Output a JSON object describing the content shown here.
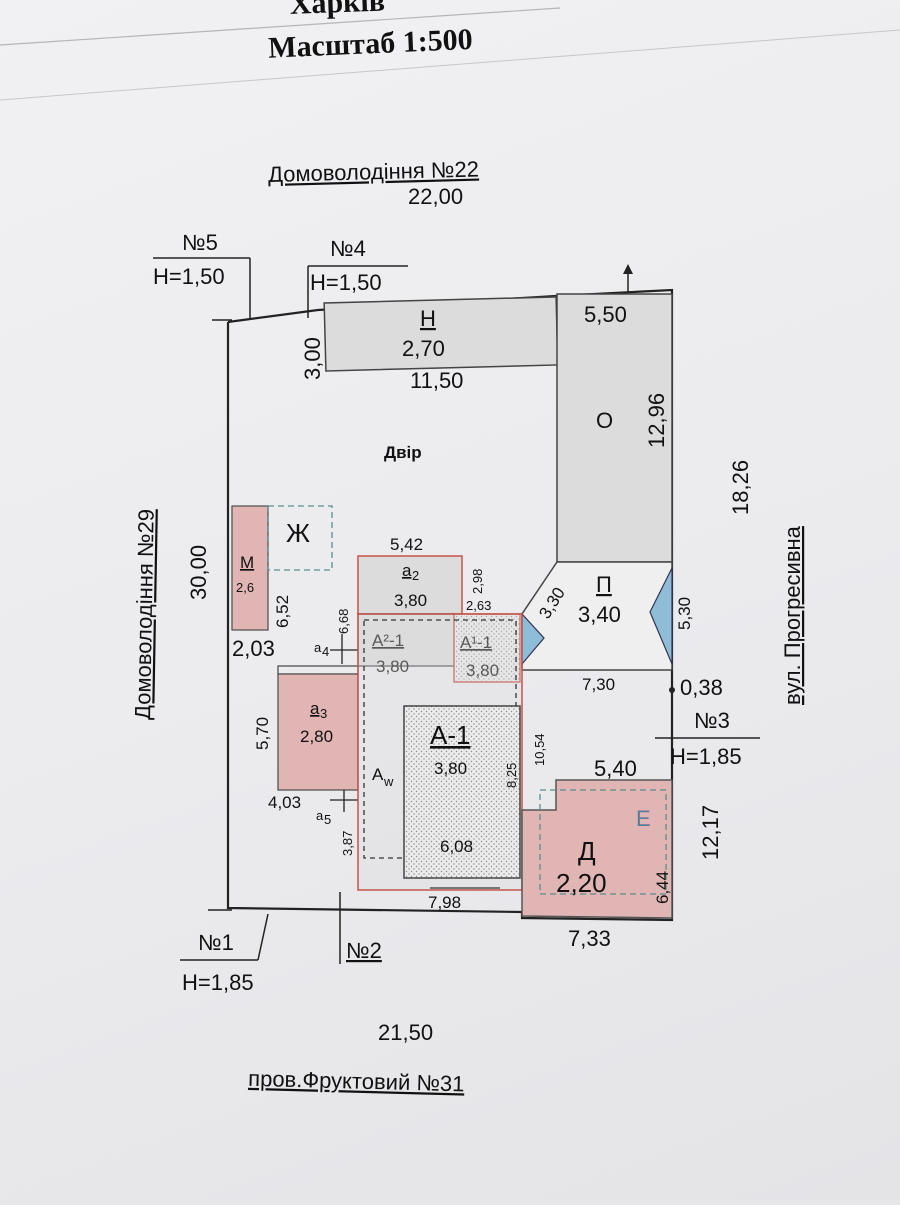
{
  "header": {
    "city_partial": "Харків",
    "scale": "Масштаб 1:500"
  },
  "neighbors": {
    "top": "Домоволодіння №22",
    "left": "Домоволодіння №29",
    "right_street": "вул. Прогресивна",
    "bottom_street": "пров.Фруктовий №31"
  },
  "points": {
    "p5": {
      "label": "№5",
      "height": "Н=1,50"
    },
    "p4": {
      "label": "№4",
      "height": "Н=1,50"
    },
    "p3": {
      "label": "№3",
      "height": "Н=1,85"
    },
    "p1": {
      "label": "№1",
      "height": "Н=1,85"
    },
    "p2": {
      "label": "№2"
    }
  },
  "lot_dims": {
    "top": "22,00",
    "left": "30,00",
    "right": "18,26",
    "bottom": "21,50",
    "right_lower": "12,17",
    "offset": "0,38"
  },
  "yard": "Двір",
  "buildings": {
    "N": {
      "letter": "Н",
      "height": "2,70",
      "length": "11,50",
      "width": "3,00"
    },
    "O": {
      "letter": "О",
      "width": "5,50",
      "length": "12,96"
    },
    "P": {
      "letter": "П",
      "height": "3,40",
      "width": "7,30",
      "diag": "3,30",
      "side": "5,30"
    },
    "M": {
      "letter": "М",
      "height": "2,6",
      "length": "6,52",
      "width": "2,03"
    },
    "Zh": {
      "letter": "Ж"
    },
    "a2": {
      "letter": "а",
      "sub": "2",
      "height": "3,80",
      "width": "5,42",
      "side": "2,98"
    },
    "A2_1": {
      "letter": "А²-1",
      "height": "3,80",
      "dim": "6,68"
    },
    "A1_1": {
      "letter": "А¹-1",
      "height": "3,80",
      "dim": "2,63"
    },
    "A_1": {
      "letter": "А-1",
      "height": "3,80",
      "length": "8,25",
      "width": "6,08",
      "bottom": "7,98",
      "side": "10,54"
    },
    "a3": {
      "letter": "а",
      "sub": "3",
      "height": "2,80",
      "length": "5,70",
      "width": "4,03"
    },
    "a4": {
      "letter": "а",
      "sub": "4"
    },
    "a5": {
      "letter": "а",
      "sub": "5",
      "dim": "3,87"
    },
    "Aw": {
      "letter": "А",
      "sub": "w"
    },
    "D": {
      "letter": "Д",
      "height": "2,20",
      "width": "7,33",
      "side": "6,44",
      "top": "5,40"
    },
    "E": {
      "letter": "Е"
    }
  },
  "colors": {
    "brick": "#e2b5b5",
    "gray_fill": "#dcdcdd",
    "outline_red": "#c4554a",
    "dashed_teal": "#5a8e8c",
    "triangle_blue": "#8fbcd6"
  }
}
